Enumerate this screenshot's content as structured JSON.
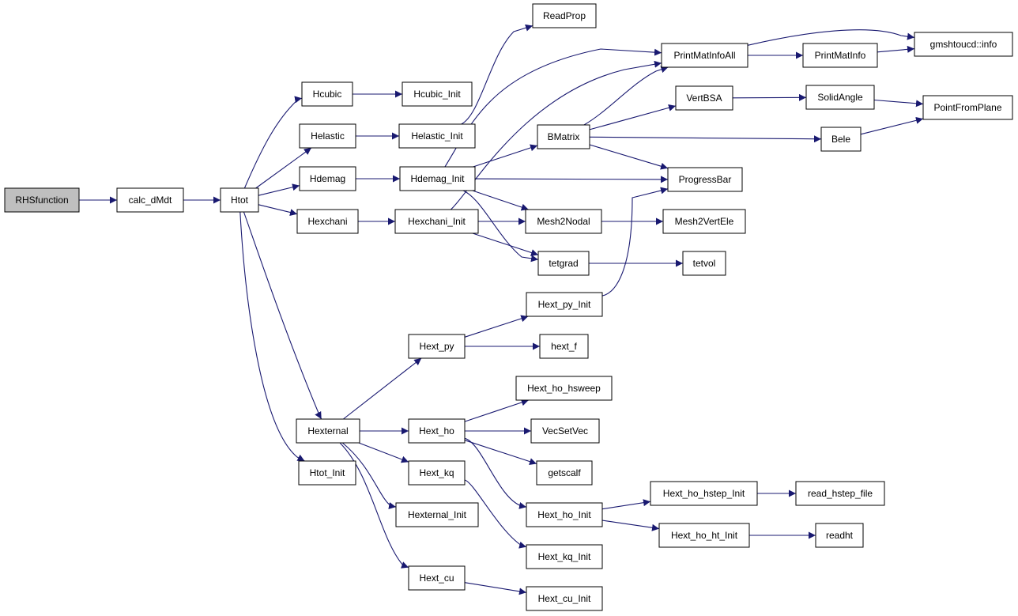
{
  "graph": {
    "edge_color": "#191970",
    "root_fill": "#bfbfbf",
    "node_fill": "#ffffff",
    "nodes": [
      {
        "id": "RHSfunction",
        "label": "RHSfunction",
        "root": true
      },
      {
        "id": "calc_dMdt",
        "label": "calc_dMdt"
      },
      {
        "id": "Htot",
        "label": "Htot"
      },
      {
        "id": "Hcubic",
        "label": "Hcubic"
      },
      {
        "id": "Helastic",
        "label": "Helastic"
      },
      {
        "id": "Hdemag",
        "label": "Hdemag"
      },
      {
        "id": "Hexchani",
        "label": "Hexchani"
      },
      {
        "id": "Hexternal",
        "label": "Hexternal"
      },
      {
        "id": "Htot_Init",
        "label": "Htot_Init"
      },
      {
        "id": "Hcubic_Init",
        "label": "Hcubic_Init"
      },
      {
        "id": "Helastic_Init",
        "label": "Helastic_Init"
      },
      {
        "id": "Hdemag_Init",
        "label": "Hdemag_Init"
      },
      {
        "id": "Hexchani_Init",
        "label": "Hexchani_Init"
      },
      {
        "id": "Hext_py",
        "label": "Hext_py"
      },
      {
        "id": "Hext_ho",
        "label": "Hext_ho"
      },
      {
        "id": "Hext_kq",
        "label": "Hext_kq"
      },
      {
        "id": "Hexternal_Init",
        "label": "Hexternal_Init"
      },
      {
        "id": "Hext_cu",
        "label": "Hext_cu"
      },
      {
        "id": "ReadProp",
        "label": "ReadProp"
      },
      {
        "id": "BMatrix",
        "label": "BMatrix"
      },
      {
        "id": "Mesh2Nodal",
        "label": "Mesh2Nodal"
      },
      {
        "id": "tetgrad",
        "label": "tetgrad"
      },
      {
        "id": "Hext_py_Init",
        "label": "Hext_py_Init"
      },
      {
        "id": "hext_f",
        "label": "hext_f"
      },
      {
        "id": "Hext_ho_hsweep",
        "label": "Hext_ho_hsweep"
      },
      {
        "id": "VecSetVec",
        "label": "VecSetVec"
      },
      {
        "id": "getscalf",
        "label": "getscalf"
      },
      {
        "id": "Hext_ho_Init",
        "label": "Hext_ho_Init"
      },
      {
        "id": "Hext_kq_Init",
        "label": "Hext_kq_Init"
      },
      {
        "id": "Hext_cu_Init",
        "label": "Hext_cu_Init"
      },
      {
        "id": "PrintMatInfoAll",
        "label": "PrintMatInfoAll"
      },
      {
        "id": "VertBSA",
        "label": "VertBSA"
      },
      {
        "id": "ProgressBar",
        "label": "ProgressBar"
      },
      {
        "id": "Mesh2VertEle",
        "label": "Mesh2VertEle"
      },
      {
        "id": "tetvol",
        "label": "tetvol"
      },
      {
        "id": "Hext_ho_hstep_Init",
        "label": "Hext_ho_hstep_Init"
      },
      {
        "id": "Hext_ho_ht_Init",
        "label": "Hext_ho_ht_Init"
      },
      {
        "id": "PrintMatInfo",
        "label": "PrintMatInfo"
      },
      {
        "id": "SolidAngle",
        "label": "SolidAngle"
      },
      {
        "id": "Bele",
        "label": "Bele"
      },
      {
        "id": "read_hstep_file",
        "label": "read_hstep_file"
      },
      {
        "id": "readht",
        "label": "readht"
      },
      {
        "id": "gmshtoucd_info",
        "label": "gmshtoucd::info"
      },
      {
        "id": "PointFromPlane",
        "label": "PointFromPlane"
      }
    ],
    "edges": [
      [
        "RHSfunction",
        "calc_dMdt"
      ],
      [
        "calc_dMdt",
        "Htot"
      ],
      [
        "Htot",
        "Hcubic"
      ],
      [
        "Htot",
        "Helastic"
      ],
      [
        "Htot",
        "Hdemag"
      ],
      [
        "Htot",
        "Hexchani"
      ],
      [
        "Htot",
        "Hexternal"
      ],
      [
        "Htot",
        "Htot_Init"
      ],
      [
        "Hcubic",
        "Hcubic_Init"
      ],
      [
        "Helastic",
        "Helastic_Init"
      ],
      [
        "Hdemag",
        "Hdemag_Init"
      ],
      [
        "Hexchani",
        "Hexchani_Init"
      ],
      [
        "Helastic_Init",
        "ReadProp"
      ],
      [
        "Hdemag_Init",
        "PrintMatInfoAll"
      ],
      [
        "Hdemag_Init",
        "BMatrix"
      ],
      [
        "Hdemag_Init",
        "ProgressBar"
      ],
      [
        "Hdemag_Init",
        "Mesh2Nodal"
      ],
      [
        "Hdemag_Init",
        "tetgrad"
      ],
      [
        "Hexchani_Init",
        "PrintMatInfoAll"
      ],
      [
        "Hexchani_Init",
        "Mesh2Nodal"
      ],
      [
        "Hexchani_Init",
        "tetgrad"
      ],
      [
        "BMatrix",
        "PrintMatInfoAll"
      ],
      [
        "BMatrix",
        "VertBSA"
      ],
      [
        "BMatrix",
        "Bele"
      ],
      [
        "BMatrix",
        "ProgressBar"
      ],
      [
        "PrintMatInfoAll",
        "gmshtoucd_info"
      ],
      [
        "PrintMatInfoAll",
        "PrintMatInfo"
      ],
      [
        "PrintMatInfo",
        "gmshtoucd_info"
      ],
      [
        "VertBSA",
        "SolidAngle"
      ],
      [
        "SolidAngle",
        "PointFromPlane"
      ],
      [
        "Bele",
        "PointFromPlane"
      ],
      [
        "Mesh2Nodal",
        "Mesh2VertEle"
      ],
      [
        "tetgrad",
        "tetvol"
      ],
      [
        "Hext_py_Init",
        "ProgressBar"
      ],
      [
        "Hexternal",
        "Hext_py"
      ],
      [
        "Hexternal",
        "Hext_ho"
      ],
      [
        "Hexternal",
        "Hext_kq"
      ],
      [
        "Hexternal",
        "Hexternal_Init"
      ],
      [
        "Hexternal",
        "Hext_cu"
      ],
      [
        "Hext_py",
        "Hext_py_Init"
      ],
      [
        "Hext_py",
        "hext_f"
      ],
      [
        "Hext_ho",
        "Hext_ho_hsweep"
      ],
      [
        "Hext_ho",
        "VecSetVec"
      ],
      [
        "Hext_ho",
        "getscalf"
      ],
      [
        "Hext_ho",
        "Hext_ho_Init"
      ],
      [
        "Hext_kq",
        "Hext_kq_Init"
      ],
      [
        "Hext_cu",
        "Hext_cu_Init"
      ],
      [
        "Hext_ho_Init",
        "Hext_ho_hstep_Init"
      ],
      [
        "Hext_ho_Init",
        "Hext_ho_ht_Init"
      ],
      [
        "Hext_ho_hstep_Init",
        "read_hstep_file"
      ],
      [
        "Hext_ho_ht_Init",
        "readht"
      ]
    ]
  }
}
